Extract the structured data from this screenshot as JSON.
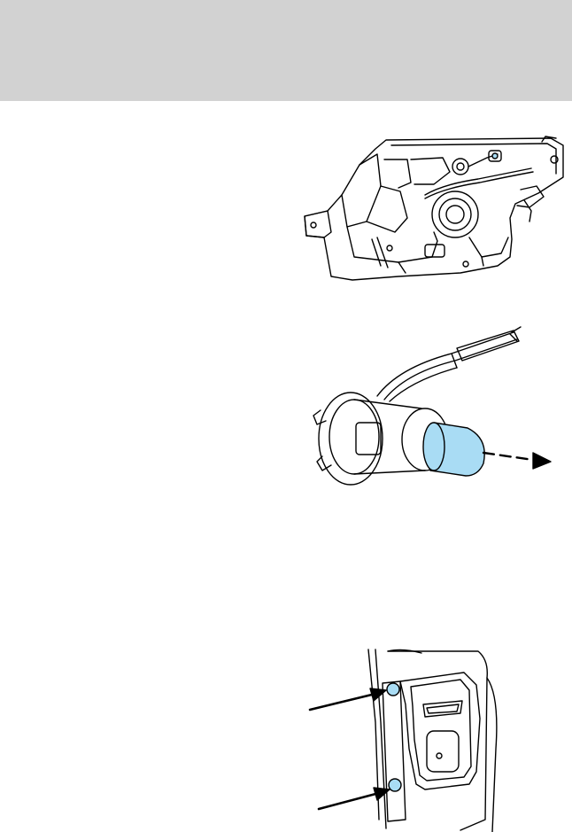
{
  "header": {
    "band_color": "#d2d2d2"
  },
  "figures": [
    {
      "name": "headlamp-assembly-rear-view",
      "icon": "headlamp-diagram"
    },
    {
      "name": "bulb-removal",
      "icon": "bulb-diagram",
      "bulb_color": "#a9dcf4"
    },
    {
      "name": "tail-lamp-screw-locations",
      "icon": "taillamp-diagram",
      "marker_color": "#a9dcf4",
      "arrow_count": 2
    }
  ],
  "colors": {
    "line": "#000000",
    "highlight": "#a9dcf4",
    "header": "#d2d2d2"
  }
}
